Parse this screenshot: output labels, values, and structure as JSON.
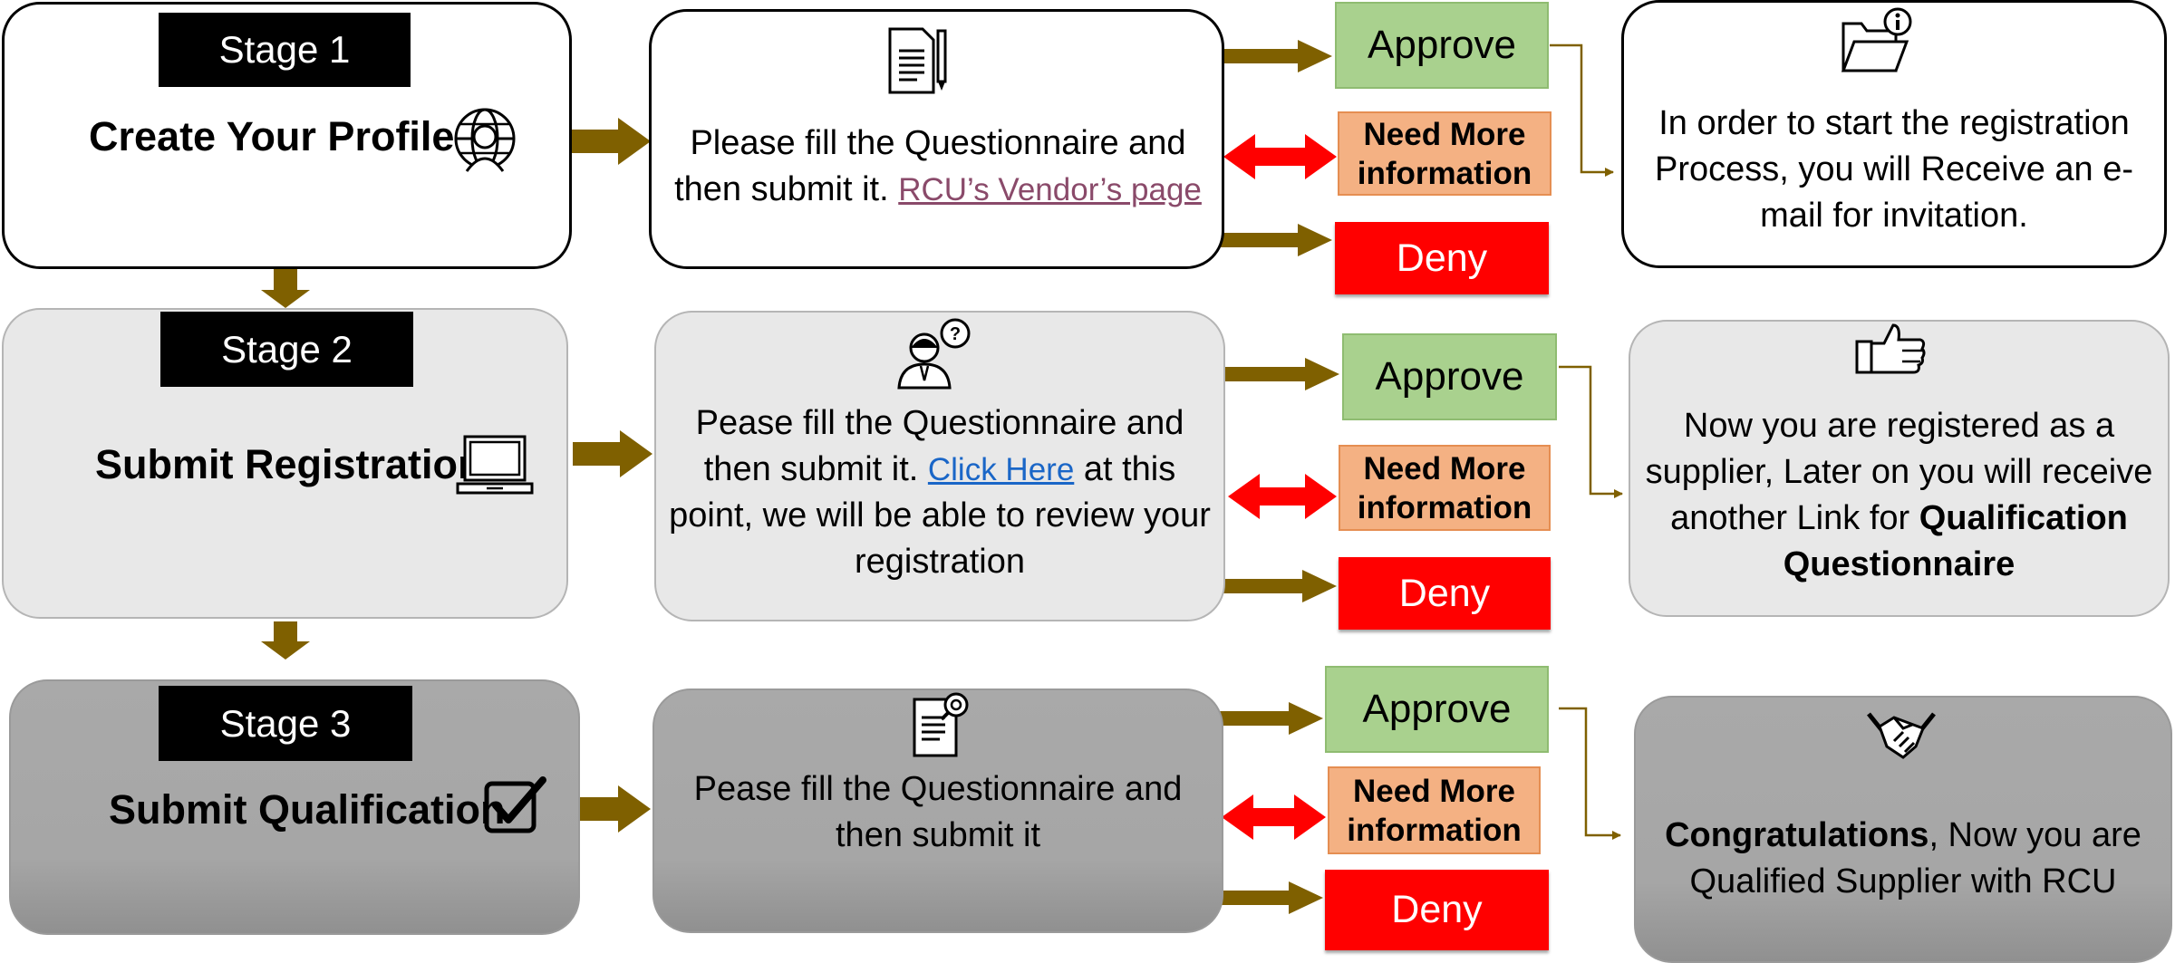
{
  "colors": {
    "arrow_brown": "#7f6000",
    "arrow_red": "#ff0000",
    "approve_green": "#a9d18e",
    "need_more_orange": "#f4b183",
    "deny_red": "#ff0000",
    "stage2_grey": "#e8e8e8",
    "stage3_grey": "#a6a6a6"
  },
  "stages": [
    {
      "tag": "Stage 1",
      "title": "Create Your Profile",
      "icon": "globe-user-icon",
      "step_icon": "document-pen-icon",
      "description": "Please fill the Questionnaire  and then submit it.",
      "link": "RCU’s Vendor’s page",
      "approve": "Approve",
      "need_more": "Need More information",
      "deny": "Deny",
      "result_icon": "folder-info-icon",
      "result": "In order to start the registration Process, you will Receive an e-mail for invitation."
    },
    {
      "tag": "Stage 2",
      "title": "Submit Registration",
      "icon": "laptop-icon",
      "step_icon": "person-question-icon",
      "description_before": "Pease fill the Questionnaire and then submit it.",
      "link": "Click Here",
      "description_after": "at this point, we will be able to review your registration",
      "approve": "Approve",
      "need_more": "Need More information",
      "deny": "Deny",
      "result_icon": "thumbs-up-icon",
      "result": "Now you are registered as a supplier, Later on you will receive another Link for",
      "result_bold": "Qualification Questionnaire"
    },
    {
      "tag": "Stage 3",
      "title": "Submit Qualification",
      "icon": "checkbox-icon",
      "step_icon": "document-search-icon",
      "description": "Pease fill the Questionnaire and then submit it",
      "approve": "Approve",
      "need_more": "Need More information",
      "deny": "Deny",
      "result_icon": "handshake-icon",
      "result_bold": "Congratulations",
      "result": ", Now you are Qualified Supplier with RCU"
    }
  ]
}
